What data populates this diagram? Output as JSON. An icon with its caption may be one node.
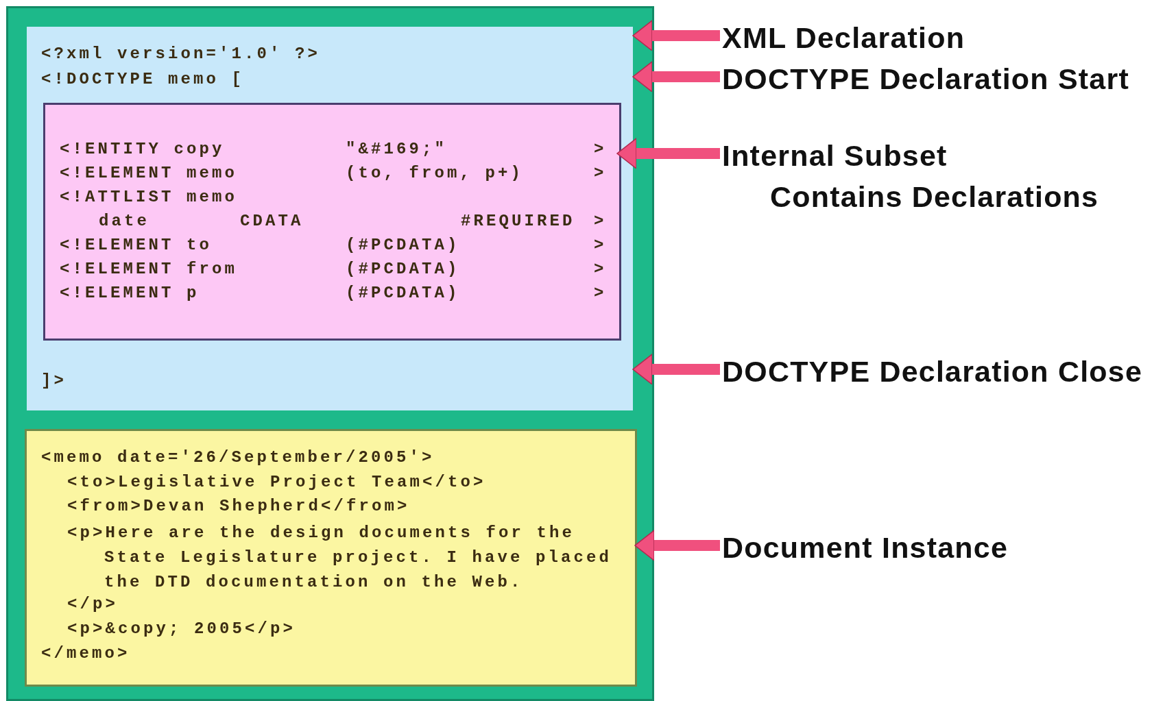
{
  "diagram": {
    "nodes": [
      {
        "text": [],
        "shape": "box"
      },
      {
        "text": [
          "<?xml version='1.0' ?>",
          "<!DOCTYPE memo [",
          "]>"
        ],
        "in": 0
      },
      {
        "text": [
          "<!ENTITY copy",
          "\"&#169;\"",
          ">",
          "<!ELEMENT memo",
          "(to, from, p+)",
          ">",
          "<!ATTLIST memo",
          "date",
          "CDATA",
          "#REQUIRED",
          ">",
          "<!ELEMENT to",
          "(#PCDATA)",
          ">",
          "<!ELEMENT from",
          "(#PCDATA)",
          ">",
          "<!ELEMENT p",
          "(#PCDATA)",
          ">"
        ],
        "in": 1
      },
      {
        "text": [
          "<memo date='26/September/2005'>",
          "<to>Legislative Project Team</to>",
          "<from>Devan Shepherd</from>",
          "<p>Here are the design documents for the State Legislature project. I have placed the DTD documentation on the Web.",
          "</p>",
          "<p>&copy; 2005</p>",
          "</memo>"
        ],
        "in": 0
      },
      {
        "text": [
          "XML Declaration"
        ]
      },
      {
        "text": [
          "DOCTYPE Declaration Start"
        ]
      },
      {
        "text": [
          "Internal Subset",
          "Contains Declarations"
        ]
      },
      {
        "text": [
          "DOCTYPE Declaration Close"
        ]
      },
      {
        "text": [
          "Document Instance"
        ]
      }
    ],
    "edges": [
      {
        "from": 4,
        "to": 1,
        "arrow": "to"
      },
      {
        "from": 5,
        "to": 1,
        "arrow": "to"
      },
      {
        "from": 6,
        "to": 2,
        "arrow": "to"
      },
      {
        "from": 7,
        "to": 1,
        "arrow": "to"
      },
      {
        "from": 8,
        "to": 3,
        "arrow": "to"
      }
    ]
  }
}
